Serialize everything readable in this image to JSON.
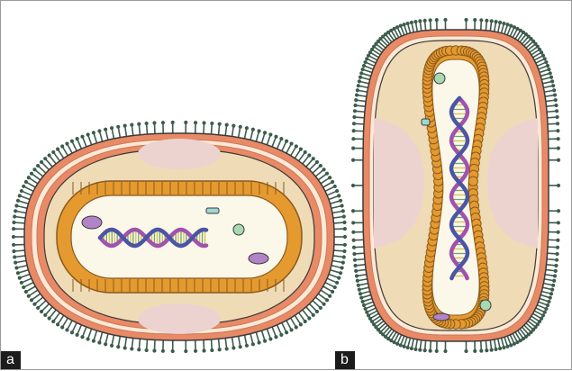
{
  "panels": [
    {
      "id": "a",
      "label": "a"
    },
    {
      "id": "b",
      "label": "b"
    }
  ],
  "colors": {
    "hair": "#3d5c4c",
    "outer_wall": "#e98a66",
    "wall_light": "#fde9d5",
    "cortex": "#efdcb6",
    "stain_zone": "#ecd3cf",
    "core_wall_orange": "#e59a30",
    "cytoplasm": "#fbf7e9",
    "dna_purple": "#a052ad",
    "dna_blue": "#4b55a4",
    "granule_green": "#a8d9b0",
    "granule_teal": "#9dd8d3",
    "granule_violet": "#b184c8",
    "outline": "#3a3a3a"
  }
}
